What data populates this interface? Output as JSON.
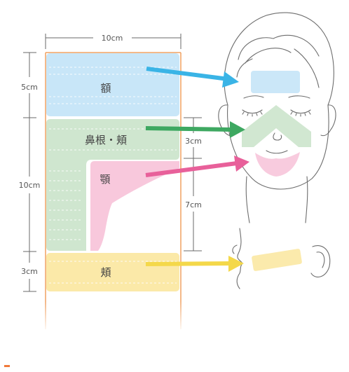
{
  "dimensions": {
    "width_label": "10cm",
    "height_top": "5cm",
    "height_mid": "10cm",
    "height_bottom": "3cm",
    "nose_height": "3cm",
    "chin_height": "7cm"
  },
  "regions": {
    "forehead": "額",
    "nose_cheek": "鼻根・頬",
    "chin": "顎",
    "cheek": "頬"
  },
  "colors": {
    "forehead": "#c8e6f8",
    "nose_cheek": "#cfe6cf",
    "chin": "#f8c8dc",
    "cheek": "#fbe9a8",
    "frame": "#f0a060",
    "arrow_blue": "#3ab4e6",
    "arrow_green": "#3ea861",
    "arrow_pink": "#e8609a",
    "arrow_yellow": "#f4d84a"
  }
}
